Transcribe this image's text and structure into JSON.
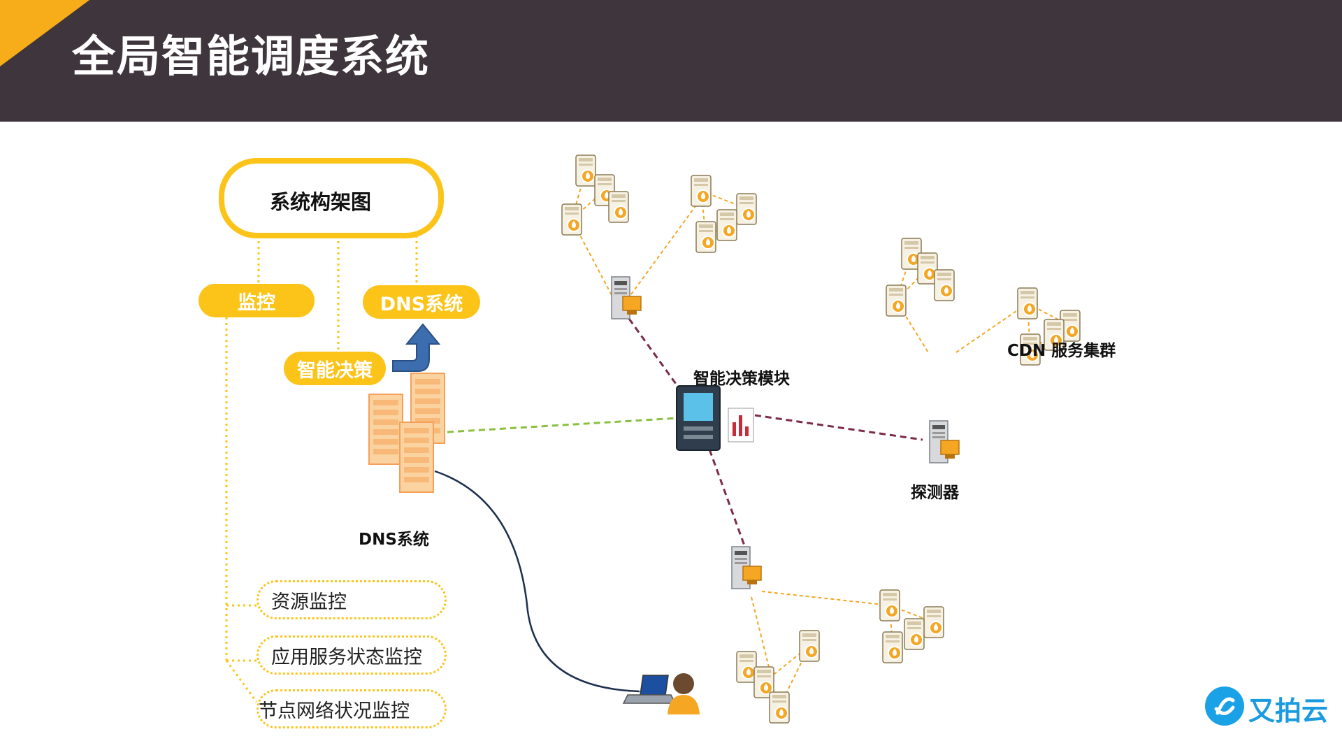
{
  "header": {
    "title": "全局智能调度系统"
  },
  "architecture": {
    "root": "系统构架图",
    "monitor": "监控",
    "dns": "DNS系统",
    "decision": "智能决策",
    "monitor_items": [
      "资源监控",
      "应用服务状态监控",
      "节点网络状况监控"
    ]
  },
  "topology": {
    "dns_label": "DNS系统",
    "decision_label": "智能决策模块",
    "probe_label": "探测器",
    "cdn_label": "CDN 服务集群"
  },
  "brand": {
    "logo_text": "又拍云"
  },
  "colors": {
    "header_bg": "#3f353c",
    "accent": "#f7ad1a",
    "pill": "#fcc419",
    "brand": "#1aa1e6"
  }
}
